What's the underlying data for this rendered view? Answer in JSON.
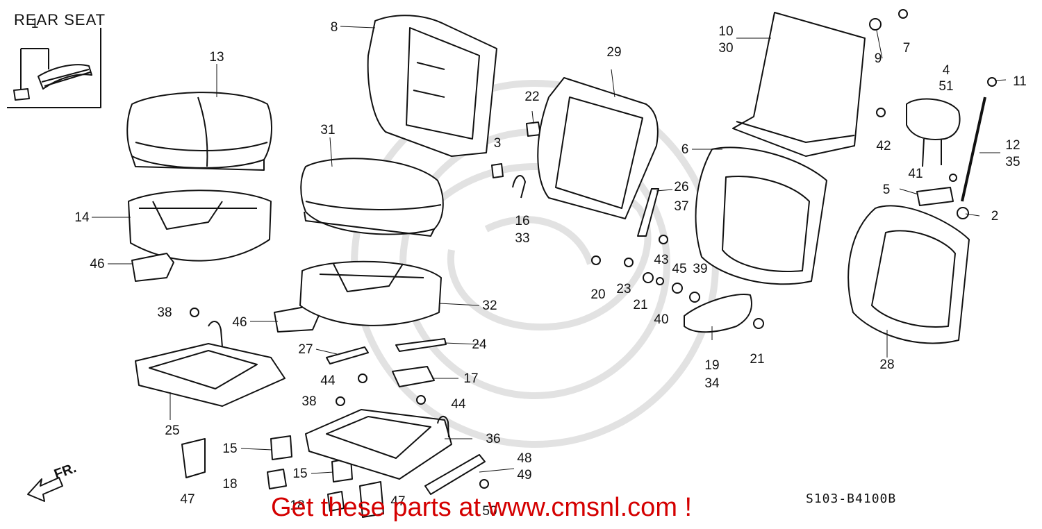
{
  "title": "REAR SEAT",
  "diagram_code": "S103-B4100B",
  "banner": "Get these parts at www.cmsnl.com !",
  "direction_label": "FR.",
  "callouts": [
    {
      "id": "c1",
      "text": "1"
    },
    {
      "id": "c13",
      "text": "13"
    },
    {
      "id": "c14",
      "text": "14"
    },
    {
      "id": "c46a",
      "text": "46"
    },
    {
      "id": "c38a",
      "text": "38"
    },
    {
      "id": "c46b",
      "text": "46"
    },
    {
      "id": "c25",
      "text": "25"
    },
    {
      "id": "c47a",
      "text": "47"
    },
    {
      "id": "c15a",
      "text": "15"
    },
    {
      "id": "c18a",
      "text": "18"
    },
    {
      "id": "c15b",
      "text": "15"
    },
    {
      "id": "c18b",
      "text": "18"
    },
    {
      "id": "c47b",
      "text": "47"
    },
    {
      "id": "c8",
      "text": "8"
    },
    {
      "id": "c31",
      "text": "31"
    },
    {
      "id": "c32",
      "text": "32"
    },
    {
      "id": "c27",
      "text": "27"
    },
    {
      "id": "c44a",
      "text": "44"
    },
    {
      "id": "c38b",
      "text": "38"
    },
    {
      "id": "c24",
      "text": "24"
    },
    {
      "id": "c17",
      "text": "17"
    },
    {
      "id": "c44b",
      "text": "44"
    },
    {
      "id": "c36",
      "text": "36"
    },
    {
      "id": "c48",
      "text": "48"
    },
    {
      "id": "c49",
      "text": "49"
    },
    {
      "id": "c50",
      "text": "50"
    },
    {
      "id": "c3",
      "text": "3"
    },
    {
      "id": "c22",
      "text": "22"
    },
    {
      "id": "c16",
      "text": "16"
    },
    {
      "id": "c33",
      "text": "33"
    },
    {
      "id": "c29",
      "text": "29"
    },
    {
      "id": "c26",
      "text": "26"
    },
    {
      "id": "c37",
      "text": "37"
    },
    {
      "id": "c43",
      "text": "43"
    },
    {
      "id": "c20",
      "text": "20"
    },
    {
      "id": "c23",
      "text": "23"
    },
    {
      "id": "c21a",
      "text": "21"
    },
    {
      "id": "c45",
      "text": "45"
    },
    {
      "id": "c39",
      "text": "39"
    },
    {
      "id": "c40",
      "text": "40"
    },
    {
      "id": "c10",
      "text": "10"
    },
    {
      "id": "c30",
      "text": "30"
    },
    {
      "id": "c9",
      "text": "9"
    },
    {
      "id": "c7",
      "text": "7"
    },
    {
      "id": "c6",
      "text": "6"
    },
    {
      "id": "c19",
      "text": "19"
    },
    {
      "id": "c34",
      "text": "34"
    },
    {
      "id": "c21b",
      "text": "21"
    },
    {
      "id": "c4",
      "text": "4"
    },
    {
      "id": "c51",
      "text": "51"
    },
    {
      "id": "c11",
      "text": "11"
    },
    {
      "id": "c42",
      "text": "42"
    },
    {
      "id": "c12",
      "text": "12"
    },
    {
      "id": "c35",
      "text": "35"
    },
    {
      "id": "c41",
      "text": "41"
    },
    {
      "id": "c5",
      "text": "5"
    },
    {
      "id": "c2",
      "text": "2"
    },
    {
      "id": "c28",
      "text": "28"
    }
  ]
}
